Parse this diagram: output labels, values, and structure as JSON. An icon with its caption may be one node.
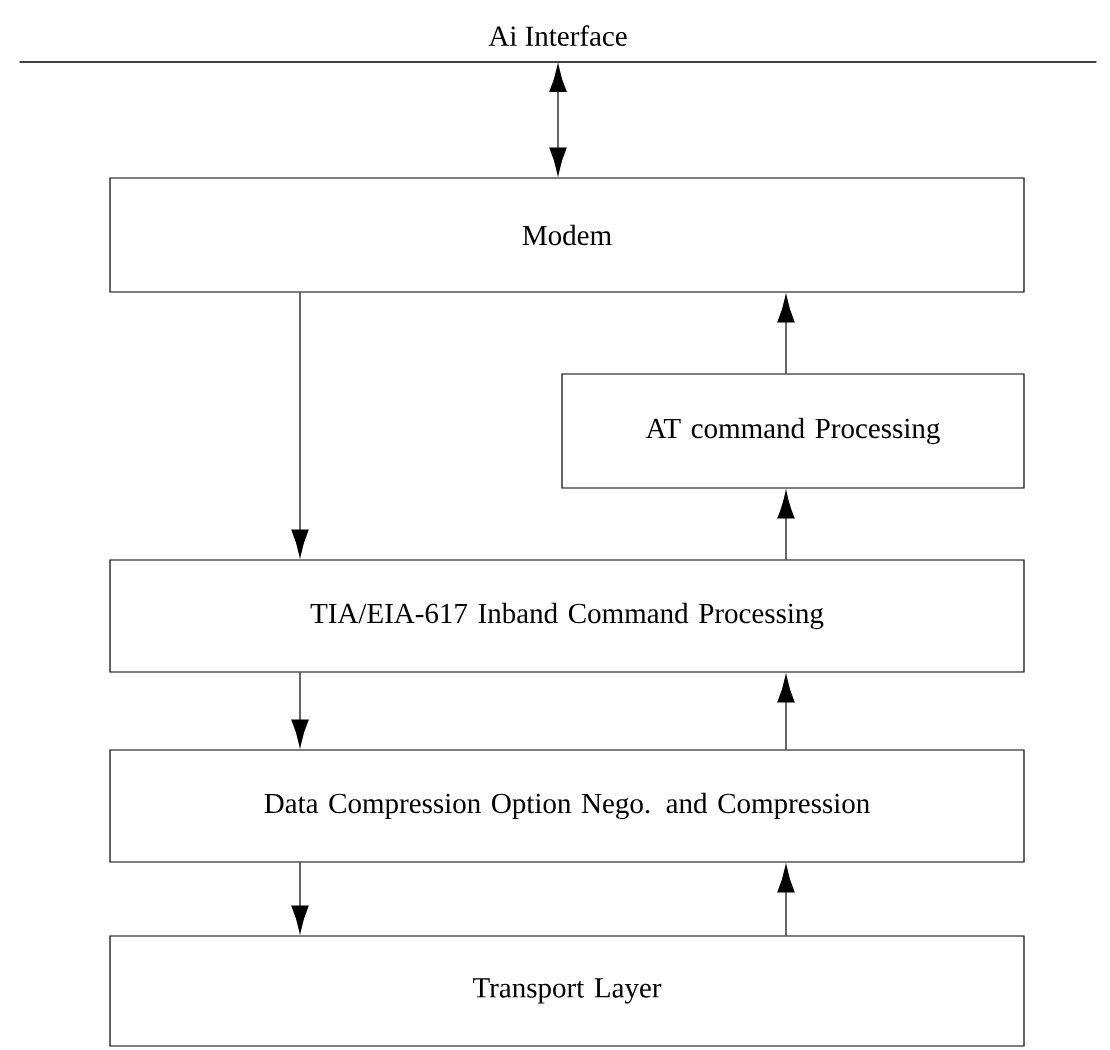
{
  "diagram": {
    "nodes": [
      {
        "text": [
          "Ai Interface"
        ]
      },
      {
        "text": [
          "Modem"
        ]
      },
      {
        "text": [
          "AT command Processing"
        ]
      },
      {
        "text": [
          "TIA/EIA-617 Inband Command Processing"
        ]
      },
      {
        "text": [
          "Data Compression Option Nego. and Compression"
        ]
      },
      {
        "text": [
          "Transport Layer"
        ]
      }
    ],
    "edges": [
      {
        "from": 0,
        "to": 1,
        "arrow": "both"
      },
      {
        "from": 1,
        "to": 3,
        "arrow": "to"
      },
      {
        "from": 2,
        "to": 1,
        "arrow": "to"
      },
      {
        "from": 3,
        "to": 2,
        "arrow": "to"
      },
      {
        "from": 3,
        "to": 4,
        "arrow": "to"
      },
      {
        "from": 4,
        "to": 3,
        "arrow": "to"
      },
      {
        "from": 4,
        "to": 5,
        "arrow": "to"
      },
      {
        "from": 5,
        "to": 4,
        "arrow": "to"
      }
    ]
  }
}
